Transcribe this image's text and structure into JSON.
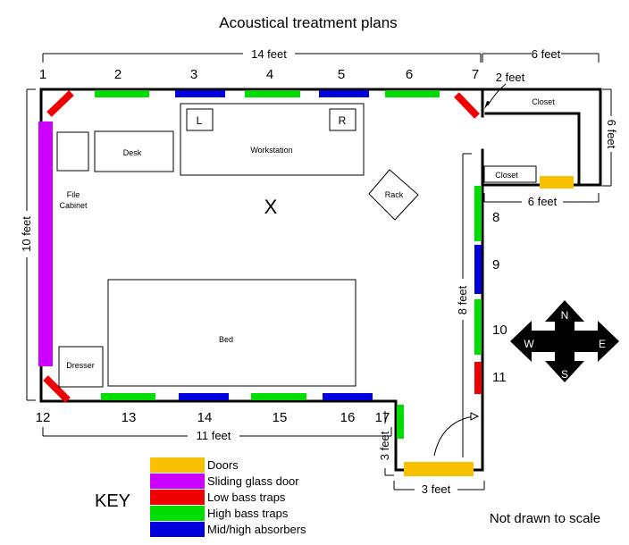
{
  "title": "Acoustical treatment plans",
  "dimensions": {
    "top_width": "14 feet",
    "closet_width_top": "6 feet",
    "closet_width_bottom": "6 feet",
    "closet_depth": "6 feet",
    "closet_offset": "2 feet",
    "left_height": "10 feet",
    "right_height": "8 feet",
    "bottom_width": "11 feet",
    "door_depth": "3 feet",
    "door_width": "3 feet"
  },
  "positions": [
    "1",
    "2",
    "3",
    "4",
    "5",
    "6",
    "7",
    "8",
    "9",
    "10",
    "11",
    "12",
    "13",
    "14",
    "15",
    "16",
    "17"
  ],
  "furniture": {
    "desk": "Desk",
    "workstation": "Workstation",
    "speaker_left": "L",
    "speaker_right": "R",
    "file_cabinet_line1": "File",
    "file_cabinet_line2": "Cabinet",
    "rack": "Rack",
    "bed": "Bed",
    "dresser": "Dresser",
    "closet_upper": "Closet",
    "closet_lower": "Closet",
    "listening_position": "X"
  },
  "compass": {
    "north": "N",
    "south": "S",
    "east": "E",
    "west": "W"
  },
  "key": {
    "heading": "KEY",
    "items": [
      {
        "label": "Doors",
        "color": "#f8c000"
      },
      {
        "label": "Sliding glass door",
        "color": "#cc00ff"
      },
      {
        "label": "Low bass traps",
        "color": "#ee0000"
      },
      {
        "label": "High bass traps",
        "color": "#00dd00"
      },
      {
        "label": "Mid/high absorbers",
        "color": "#0000dd"
      }
    ]
  },
  "note": "Not drawn to scale"
}
